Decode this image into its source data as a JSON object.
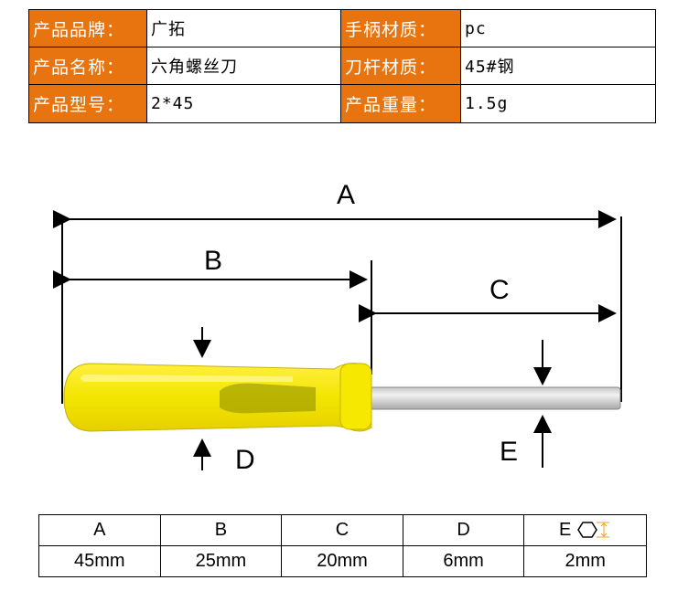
{
  "spec_table": {
    "rows": [
      {
        "label1": "产品品牌：",
        "value1": "广拓",
        "label2": "手柄材质：",
        "value2": "pc"
      },
      {
        "label1": "产品名称：",
        "value1": "六角螺丝刀",
        "label2": "刀杆材质：",
        "value2": "45#钢"
      },
      {
        "label1": "产品型号：",
        "value1": "2*45",
        "label2": "产品重量：",
        "value2": "1.5g"
      }
    ],
    "label_color": "#e8740f"
  },
  "diagram": {
    "labels": {
      "a": "A",
      "b": "B",
      "c": "C",
      "d": "D",
      "e": "E"
    },
    "handle_color": "#f2e600",
    "shaft_color": "#d0d0d0"
  },
  "dimension_table": {
    "headers": [
      "A",
      "B",
      "C",
      "D",
      "E"
    ],
    "values": [
      "45mm",
      "25mm",
      "20mm",
      "6mm",
      "2mm"
    ],
    "hex_icon": "hexagon-size-icon",
    "icon_color": "#f0a020"
  }
}
